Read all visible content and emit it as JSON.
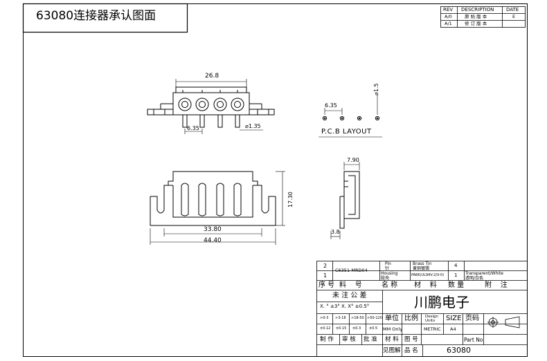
{
  "title": "63080连接器承认图面",
  "rev_table": {
    "headers": [
      "REV",
      "DESCRIPTION",
      "DATE"
    ],
    "rows": [
      [
        "A/0",
        "原 始 版 本",
        "E"
      ],
      [
        "A/1",
        "修 订 版 本",
        ""
      ]
    ]
  },
  "front_view": {
    "overall_width": "26.8",
    "pitch": "6.35",
    "pin_diameter": "⌀1.35"
  },
  "pcb_layout": {
    "pitch": "6.35",
    "hole_diameter": "⌀1.5",
    "label": "P.C.B LAYOUT"
  },
  "bottom_view": {
    "height": "17.30",
    "inner_width": "33.80",
    "total_width": "44.40"
  },
  "side_view": {
    "width": "7.90",
    "pin_offset": "3.8"
  },
  "bom": {
    "rows": [
      {
        "no": "2",
        "part_no": "C6351-MRD04",
        "name": "Pin\n针",
        "material": "Brass Tin\n黄铜镀锡",
        "qty": "4",
        "note": ""
      },
      {
        "no": "1",
        "part_no": "",
        "name": "Housing\n胶壳",
        "material": "PA66(UL94V-2/V-0)",
        "qty": "1",
        "note": "Transparent/White\n透明/白色"
      }
    ],
    "header": [
      "序 号",
      "料    号",
      "名 称",
      "材    料",
      "数 量",
      "附    注"
    ]
  },
  "title_block": {
    "tolerance_title": "未 注 公 差",
    "tolerance_values": "X. ° ±3°  X. X° ±0.5°",
    "tol_ranges": [
      ">0-3",
      ">3-18",
      ">18-50",
      ">50-120"
    ],
    "tol_values": [
      "±0.12",
      "±0.15",
      "±0.3",
      "±0.5"
    ],
    "company": "川鹏电子",
    "unit_label": "单位",
    "scale_label": "比例",
    "design_units_label": "Design\nUnits",
    "size_label": "SIZE",
    "page_label": "页码",
    "unit_value": "MM Only",
    "design_units_value": "METRIC",
    "size_value": "A4",
    "made_label": "制 作",
    "check_label": "审 核",
    "approve_label": "批 准",
    "material_label": "材 料",
    "drawing_no_label": "图 号",
    "part_no_label": "Part No",
    "see_label": "见图解",
    "product_name_label": "品 名",
    "product_name": "63080"
  }
}
